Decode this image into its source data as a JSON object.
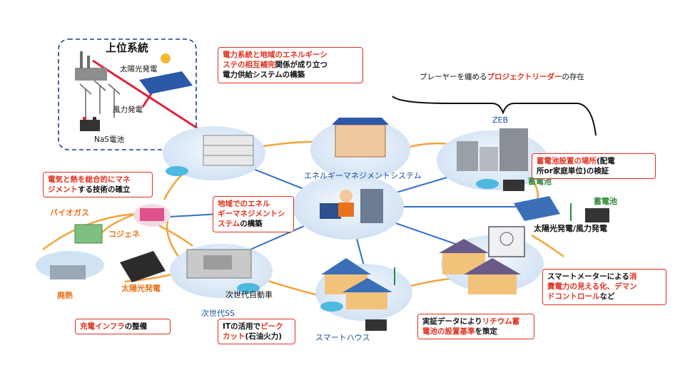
{
  "upper_grid": {
    "title": "上位系統",
    "solar_label": "太陽光発電",
    "wind_label": "風力発電",
    "nas_label": "NaS電池"
  },
  "hub": {
    "label": "エネルギーマネジメントシステム"
  },
  "nodes": {
    "zeb": "ZEB",
    "storage_battery": "蓄電池",
    "storage_battery_right": "蓄電池",
    "solar_wind": "太陽光発電/風力発電",
    "biogas": "バイオガス",
    "cogen": "コジェネ",
    "waste_heat": "廃熱",
    "solar_left": "太陽光発電",
    "next_ev": "次世代自動車",
    "next_ss": "次世代SS",
    "smart_house": "スマートハウス"
  },
  "callouts": {
    "grid_interaction": [
      {
        "t": "電力系統と地域のエネルギーシ",
        "r": true
      },
      {
        "t": "ステの相互補完",
        "r": true
      },
      {
        "t": "関係が成り立つ",
        "r": false
      },
      {
        "t": "電力供給システムの構築",
        "r": false
      }
    ],
    "project_leader": [
      {
        "t": "プレーヤーを纏める",
        "r": false
      },
      {
        "t": "プロジェクトリーダー",
        "r": true
      },
      {
        "t": "の存在",
        "r": false
      }
    ],
    "battery_location": [
      {
        "t": "蓄電池設置の場所",
        "r": true
      },
      {
        "t": "(配電",
        "r": false
      },
      {
        "t": "所or家庭単位)の検証",
        "r": false
      }
    ],
    "heat_power": [
      {
        "t": "電気と熱を総合的にマネ",
        "r": true
      },
      {
        "t": "ジメント",
        "r": true
      },
      {
        "t": "する技術の確立",
        "r": false
      }
    ],
    "regional_ems": [
      {
        "t": "地域でのエネル",
        "r": true
      },
      {
        "t": "ギーマネジメントシ",
        "r": true
      },
      {
        "t": "ステム",
        "r": true
      },
      {
        "t": "の構築",
        "r": false
      }
    ],
    "smart_meter": [
      {
        "t": "スマートメーターによる",
        "r": false
      },
      {
        "t": "消",
        "r": true
      },
      {
        "t": "費電力の見える化、デマン",
        "r": true
      },
      {
        "t": "ドコントロール",
        "r": true
      },
      {
        "t": "など",
        "r": false
      }
    ],
    "charging_infra": [
      {
        "t": "充電インフラ",
        "r": true
      },
      {
        "t": "の整備",
        "r": false
      }
    ],
    "peak_cut": [
      {
        "t": "ITの活用で",
        "r": false
      },
      {
        "t": "ピーク",
        "r": true
      },
      {
        "t": "カット",
        "r": true
      },
      {
        "t": "(石油火力)",
        "r": false
      }
    ],
    "lithium": [
      {
        "t": "実証データにより",
        "r": false
      },
      {
        "t": "リチウム蓄",
        "r": true
      },
      {
        "t": "電池の設置基準",
        "r": true
      },
      {
        "t": "を策定",
        "r": false
      }
    ]
  },
  "colors": {
    "callout_border": "#e0301e",
    "highlight_text": "#e0301e",
    "node_fill": "#dce9f7",
    "link_blue": "#2f6fc4",
    "link_orange": "#f2a33a",
    "grid_line_red": "#e0203a",
    "label_blue": "#1a4fa0",
    "label_orange": "#e8731a"
  }
}
